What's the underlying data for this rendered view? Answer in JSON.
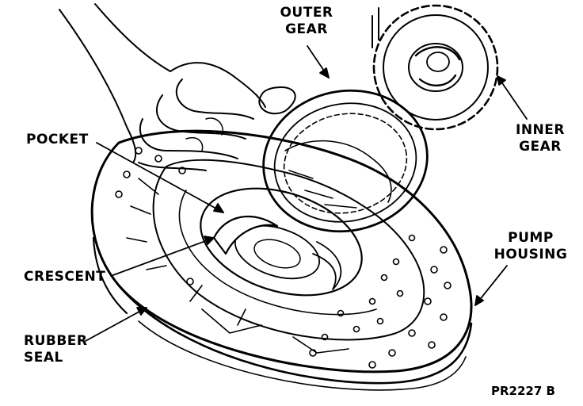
{
  "labels": {
    "outer_gear": [
      "OUTER",
      "GEAR"
    ],
    "inner_gear": [
      "INNER",
      "GEAR"
    ],
    "pocket": "POCKET",
    "pump_housing": [
      "PUMP",
      "HOUSING"
    ],
    "crescent": "CRESCENT",
    "rubber_seal": [
      "RUBBER",
      "SEAL"
    ]
  },
  "figure_ref": "PR2227 B",
  "colors": {
    "ink": "#000000",
    "paper": "#ffffff"
  }
}
